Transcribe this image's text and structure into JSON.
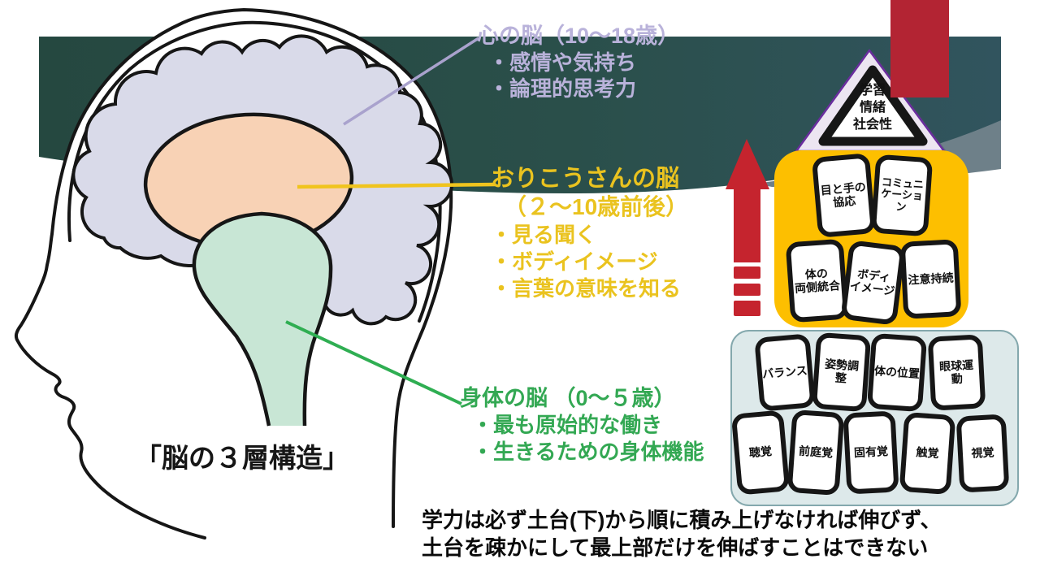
{
  "slide": {
    "head_label": "「脳の３層構造」",
    "caption": [
      "学力は必ず土台(下)から順に積み上げなければ伸びず、",
      "土台を疎かにして最上部だけを伸ばすことはできない"
    ]
  },
  "annotations": {
    "mind_brain": {
      "title": "心の脳（10～18歳）",
      "bullet1": "・感情や気持ち",
      "bullet2": "・論理的思考力"
    },
    "smart_brain": {
      "title": "おりこうさんの脳",
      "subtitle": "（２～10歳前後）",
      "bullet1": "・見る聞く",
      "bullet2": "・ボディイメージ",
      "bullet3": "・言葉の意味を知る"
    },
    "body_brain": {
      "title": "身体の脳 （0～５歳）",
      "bullet1": "・最も原始的な働き",
      "bullet2": "・生きるための身体機能"
    }
  },
  "pyramid": {
    "top_triangle": "学習\n情緒\n社会性",
    "middle_cards": [
      "目と手の\n協応",
      "コミュニ\nケーション",
      "体の\n両側統合",
      "ボディ\nイメージ",
      "注意持続"
    ],
    "base_cards": [
      "バランス",
      "姿勢調整",
      "体の位置",
      "眼球運動",
      "聴覚",
      "前庭覚",
      "固有覚",
      "触覚",
      "視覚"
    ]
  },
  "colors": {
    "banner_teal_left": "#254840",
    "banner_teal_right": "#31545e",
    "banner_swoosh_gray": "#6e8089",
    "flag_red": "#b32433",
    "arrow_red": "#c5242e",
    "pyramid_gold": "#fdbf00",
    "pyramid_base_blue": "#dde9ea",
    "triangle_lavender": "#ece5f1",
    "triangle_border_purple": "#6a2d9e",
    "cerebrum_lavender": "#d9dae9",
    "limbic_peach": "#f8d2b5",
    "brainstem_green": "#c8e6d5",
    "mind_text": "#b9b2da",
    "smart_text": "#eac31f",
    "body_text": "#33a853"
  }
}
